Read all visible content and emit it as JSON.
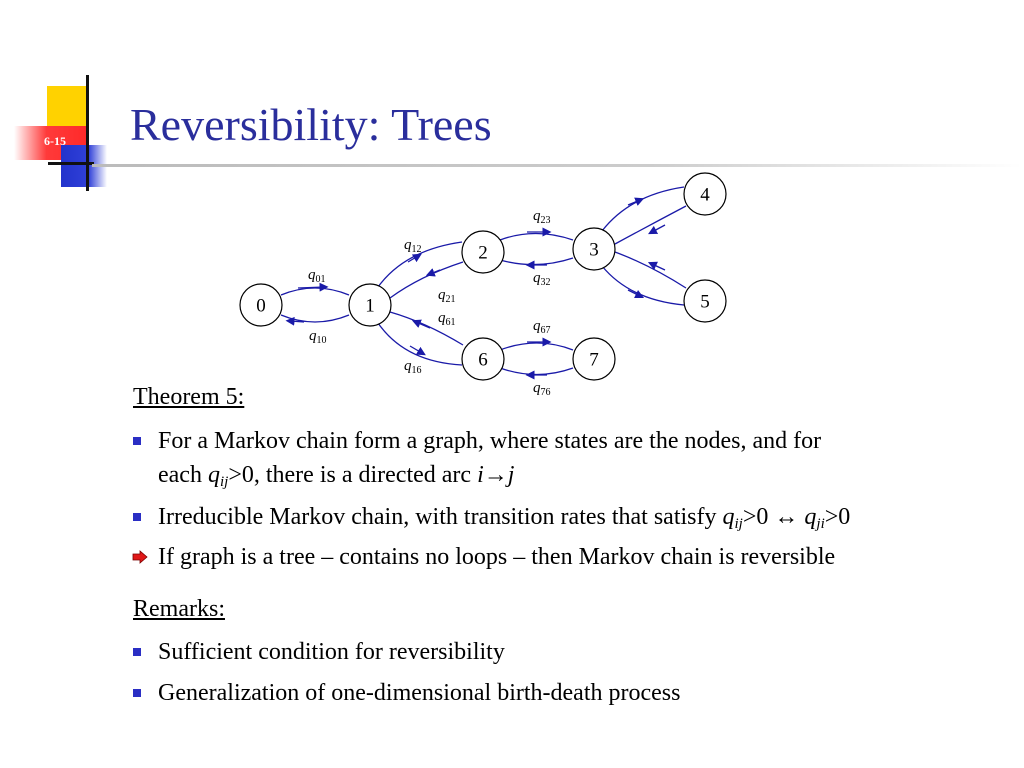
{
  "slide": {
    "number": "6-15",
    "title": "Reversibility: Trees"
  },
  "diagram": {
    "nodes": [
      {
        "id": "0",
        "label": "0"
      },
      {
        "id": "1",
        "label": "1"
      },
      {
        "id": "2",
        "label": "2"
      },
      {
        "id": "3",
        "label": "3"
      },
      {
        "id": "4",
        "label": "4"
      },
      {
        "id": "5",
        "label": "5"
      },
      {
        "id": "6",
        "label": "6"
      },
      {
        "id": "7",
        "label": "7"
      }
    ],
    "rates": [
      {
        "symbol": "q",
        "sub": "01"
      },
      {
        "symbol": "q",
        "sub": "10"
      },
      {
        "symbol": "q",
        "sub": "12"
      },
      {
        "symbol": "q",
        "sub": "21"
      },
      {
        "symbol": "q",
        "sub": "61"
      },
      {
        "symbol": "q",
        "sub": "16"
      },
      {
        "symbol": "q",
        "sub": "23"
      },
      {
        "symbol": "q",
        "sub": "32"
      },
      {
        "symbol": "q",
        "sub": "67"
      },
      {
        "symbol": "q",
        "sub": "76"
      }
    ],
    "arc_color": "#1a1aa8"
  },
  "theorem": {
    "heading": "Theorem 5:",
    "bullets": [
      {
        "line1": "For a Markov chain form a graph, where states are the nodes, and for",
        "line2_pre": "each ",
        "q": "q",
        "q_sub": "ij",
        "line2_mid": ">0, there is a directed arc ",
        "arc_expr": "i→j"
      },
      {
        "pre": "Irreducible Markov chain, with transition rates that satisfy ",
        "q1": "q",
        "q1_sub": "ij",
        "mid": ">0 ↔ ",
        "q2": "q",
        "q2_sub": "ji",
        "post": ">0"
      },
      {
        "text": "If graph is a tree – contains no loops – then Markov chain is reversible"
      }
    ]
  },
  "remarks": {
    "heading": "Remarks:",
    "bullets": [
      "Sufficient condition for reversibility",
      "Generalization of one-dimensional birth-death process"
    ]
  },
  "colors": {
    "title": "#2a2e9c",
    "bullet_marker": "#2a2ec4",
    "arrow_marker": "#e01818"
  }
}
